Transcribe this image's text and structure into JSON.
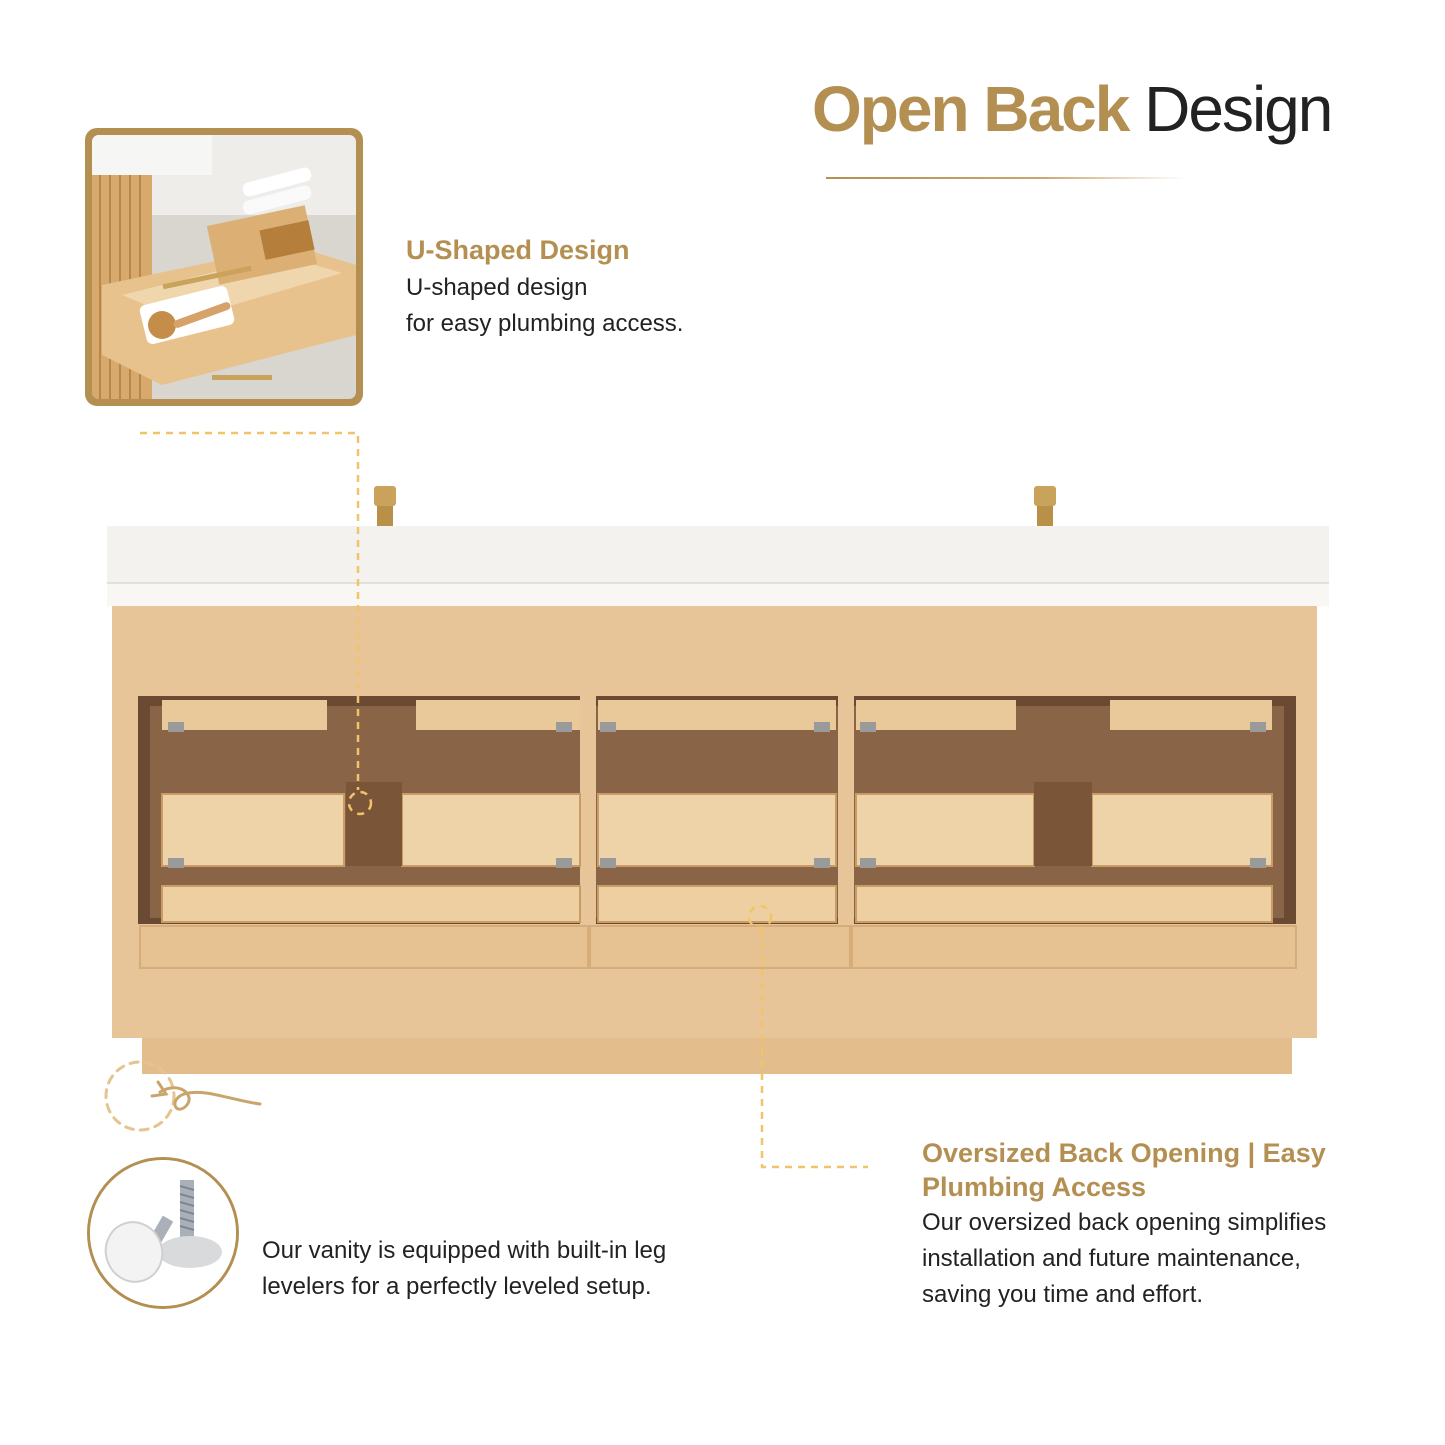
{
  "title": {
    "strong": "Open Back",
    "light": "Design"
  },
  "u_shaped": {
    "heading": "U-Shaped Design",
    "line1": "U-shaped design",
    "line2": "for easy plumbing access."
  },
  "oversized": {
    "heading_line1": "Oversized Back Opening | Easy",
    "heading_line2": "Plumbing Access",
    "line1": "Our oversized back opening simplifies",
    "line2": "installation and future maintenance,",
    "line3": "saving you time and effort."
  },
  "leveler": {
    "line1": "Our vanity is equipped with built-in leg",
    "line2": "levelers for a perfectly leveled setup."
  },
  "colors": {
    "accent_gold": "#b48f52",
    "dashed_leader": "#f2c46a",
    "cabinet_wood": "#e8c496",
    "countertop": "#f3f1ec"
  },
  "icons": [
    "inset-drawer-photo-icon",
    "leg-leveler-icon",
    "swirl-arrow-icon",
    "faucet-icon"
  ]
}
